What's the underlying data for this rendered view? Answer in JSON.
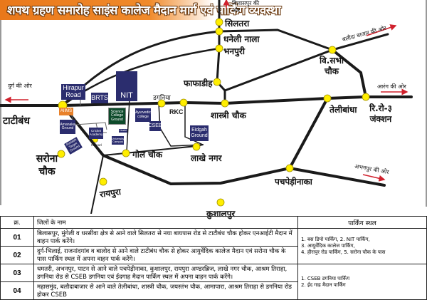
{
  "title": "शपथ ग्रहण समारोह साइंस कालेज मैदान मार्ग एवं पार्किंग व्यवस्था",
  "colors": {
    "title_orange": "#e9781b",
    "road": "#1a1a1a",
    "junction": "#ffee00",
    "arrow": "#d0202c",
    "box_navy": "#2b2d6e",
    "box_orange": "#e8812a",
    "box_green": "#0d4a2a"
  },
  "directions": {
    "bilaspur": "बिलासपुर की ओर",
    "baloda_bazar": "बलौदा बाजार की ओर",
    "durg": "दुर्ग की ओर",
    "arang": "आरंग की ओर",
    "abhanpur": "अभनपुर की ओर"
  },
  "places": {
    "siltara": "सिलतरा",
    "dhaneli_nala": "धनेली नाला",
    "bhanpuri": "भनपुरी",
    "phaphadih": "फाफाडीह",
    "vidhan_sabha_chowk": "वि.सभा चौक",
    "tatibandh": "टाटीबंध",
    "dagania": "डगनिया",
    "rkc": "RKC",
    "shastri_chowk": "शास्त्री चौक",
    "telibandha": "तेलीबांधा",
    "ring_road_3": "रि.रो-३ जंक्शन",
    "sarona_chowk": "सरोना चौक",
    "gol_chowk": "गोल चौक",
    "lakhe_nagar": "लाखे नगर",
    "raipura": "रायपुरा",
    "pachpedi_naka": "पचपेड़ीनाका",
    "kushalpur": "कुशालपुर"
  },
  "landmarks": {
    "hirapur_road": "Hirapur Road",
    "brts": "BRTS",
    "nit": "NIT",
    "aiims": "AIIMS",
    "amanaka_ground": "Amanaka Ground",
    "science_college_ground": "Science College Ground",
    "ayurvedic_college": "Ayurvedic college",
    "cseb": "CSEB",
    "eidgah_ground": "Eidgah Ground",
    "cricket_academy": "Cricket Academy",
    "hostel": "Hostel",
    "university_campus": "University Campus",
    "helipad": "helipad",
    "avinash_target_ground": "Avinash Target Ground"
  },
  "table": {
    "headers": {
      "num": "क्र.",
      "districts": "जिलों के नाम",
      "parking": "पार्किंग स्थल"
    },
    "rows": [
      {
        "num": "01",
        "text": "बिलासपुर, मुंगेली व धरसींवा क्षेत्र से आने वाले सिलतरा से नया बायपास रोड से टाटीबंध चौक होकर एनआईटी मैदान में वाहन पार्क करेंगे।"
      },
      {
        "num": "02",
        "text": "दुर्ग-भिलाई, राजनांदगांव व बालोद से आने वाले टाटीबंध चौक से होकर आयुर्वेदिक कालेज मैदान एवं सरोना चौक के पास पार्किंग स्थल में अपना वाहन पार्क करेंगे।"
      },
      {
        "num": "03",
        "text": "धमतरी, अभनपुर, पाटन से आने वाले पचपेड़ीनाका, कुशालपुर, रायपुरा अण्डरब्रिज, लाखे नगर चौक, आश्रम तिराहा, डगनिया रोड से CSEB डगनिया एवं ईदगाह मैदान पार्किंग स्थल में अपना वाहन पार्क करेंगे।"
      },
      {
        "num": "04",
        "text": "महासमुंद, बलौदाबाजार से आने वाले तेलीबांधा, शास्त्री चौक, जयस्तंभ चौक, आमापारा, आश्रम तिराहा से डगनिया रोड होकर CSEB"
      }
    ],
    "parking_group_1": [
      "1. बस डिपो पार्किंग, 2. NIT पार्किंग,",
      "3. आयुर्वेदिक कालेज पार्किंग,",
      "4. हीरापुर रोड पार्किंग, 5. सरोना चौक के पास"
    ],
    "parking_group_2": [
      "1. CSEB डगनिया पार्किंग",
      "2. ईद गाह मैदान पार्किंग"
    ]
  }
}
